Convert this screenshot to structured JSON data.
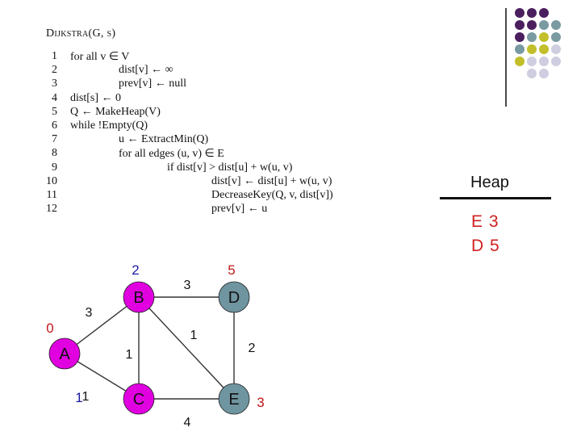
{
  "algorithm": {
    "title": "Dijkstra(G, s)",
    "lines": [
      {
        "num": "1",
        "text": "for all v ∈ V"
      },
      {
        "num": "2",
        "text": "dist[v] ← ∞"
      },
      {
        "num": "3",
        "text": "prev[v] ← null"
      },
      {
        "num": "4",
        "text": "dist[s] ← 0"
      },
      {
        "num": "5",
        "text": "Q ← MakeHeap(V)"
      },
      {
        "num": "6",
        "text": "while !Empty(Q)"
      },
      {
        "num": "7",
        "text": "u ← ExtractMin(Q)"
      },
      {
        "num": "8",
        "text": "for all edges (u, v) ∈ E"
      },
      {
        "num": "9",
        "text": "if dist[v] > dist[u] + w(u, v)"
      },
      {
        "num": "10",
        "text": "dist[v] ← dist[u] + w(u, v)"
      },
      {
        "num": "11",
        "text": "DecreaseKey(Q, v, dist[v])"
      },
      {
        "num": "12",
        "text": "prev[v] ← u"
      }
    ]
  },
  "heap": {
    "title": "Heap",
    "entries": [
      "E 3",
      "D 5"
    ]
  },
  "graph": {
    "colors": {
      "visited": "#e000e0",
      "unvisited": "#6f95a0",
      "edge": "#333333",
      "dist_red": "#c01818",
      "dist_blue": "#1a1aa0"
    },
    "nodes": [
      {
        "id": "A",
        "label": "A",
        "state": "visited",
        "dist": "0",
        "dist_color": "#c01818"
      },
      {
        "id": "B",
        "label": "B",
        "state": "visited",
        "dist": "2",
        "dist_color": "#1a1aa0"
      },
      {
        "id": "C",
        "label": "C",
        "state": "visited",
        "dist": "1",
        "dist_color": "#1a1aa0"
      },
      {
        "id": "D",
        "label": "D",
        "state": "unvisited",
        "dist": "5",
        "dist_color": "#c01818"
      },
      {
        "id": "E",
        "label": "E",
        "state": "unvisited",
        "dist": "3",
        "dist_color": "#c01818"
      }
    ],
    "edges": [
      {
        "from": "A",
        "to": "B",
        "weight": "3"
      },
      {
        "from": "A",
        "to": "C",
        "weight": "1"
      },
      {
        "from": "B",
        "to": "C",
        "weight": "1"
      },
      {
        "from": "B",
        "to": "D",
        "weight": "3"
      },
      {
        "from": "B",
        "to": "E",
        "weight": "1"
      },
      {
        "from": "D",
        "to": "E",
        "weight": "2"
      },
      {
        "from": "C",
        "to": "E",
        "weight": "4"
      }
    ]
  },
  "decor": {
    "dot_colors": {
      "purple": "#4b1f5e",
      "teal": "#7a9aa2",
      "olive": "#c2bf2a",
      "lavender": "#cfcde0"
    }
  }
}
